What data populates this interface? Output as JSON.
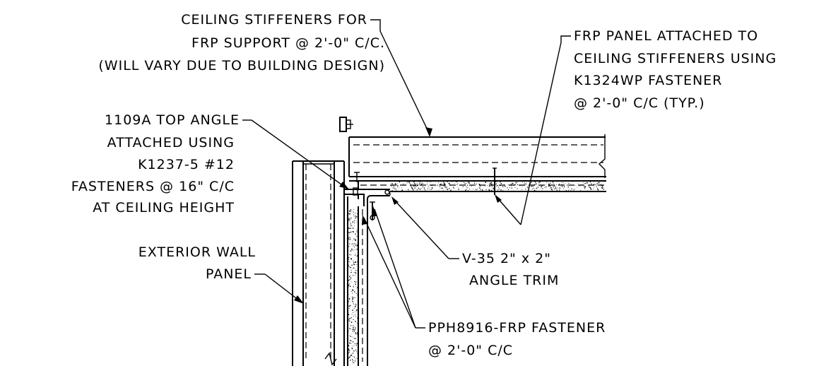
{
  "labels": {
    "ceiling_stiffeners": {
      "line1": "CEILING STIFFENERS FOR",
      "line2": "FRP SUPPORT @ 2'-0\" C/C.",
      "line3": "(WILL VARY DUE TO BUILDING DESIGN)"
    },
    "frp_panel": {
      "line1": "FRP PANEL ATTACHED TO",
      "line2": "CEILING STIFFENERS USING",
      "line3": "K1324WP FASTENER",
      "line4": "@ 2'-0\" C/C (TYP.)"
    },
    "top_angle": {
      "line1": "1109A TOP ANGLE",
      "line2": "ATTACHED USING",
      "line3": "K1237-5 #12",
      "line4": "FASTENERS @ 16\" C/C",
      "line5": "AT CEILING HEIGHT"
    },
    "exterior_wall": {
      "line1": "EXTERIOR WALL",
      "line2": "PANEL"
    },
    "angle_trim": {
      "line1": "V-35 2\" x 2\"",
      "line2": "ANGLE TRIM"
    },
    "frp_fastener": {
      "line1": "PPH8916-FRP FASTENER",
      "line2": "@ 2'-0\" C/C"
    }
  }
}
